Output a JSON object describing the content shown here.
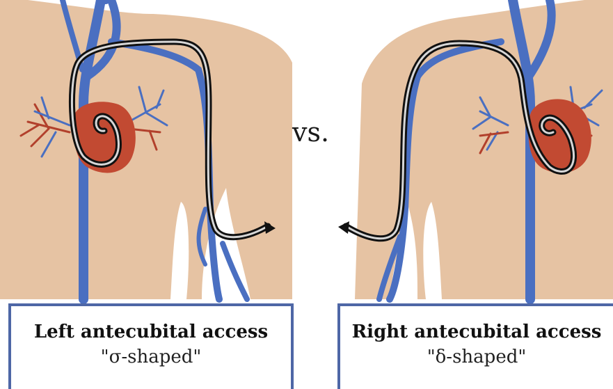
{
  "separator": "vs.",
  "panels": [
    {
      "title": "Left antecubital access",
      "subtitle": "\"σ-shaped\""
    },
    {
      "title": "Right antecubital access",
      "subtitle": "\"δ-shaped\""
    }
  ],
  "colors": {
    "skin": "#e6c3a3",
    "vein": "#4a6fc1",
    "heart": "#c24a32",
    "artery": "#b2402c",
    "catheter_outer": "#111111",
    "catheter_inner": "#d7d7d7",
    "box_border": "#4e67a6"
  }
}
